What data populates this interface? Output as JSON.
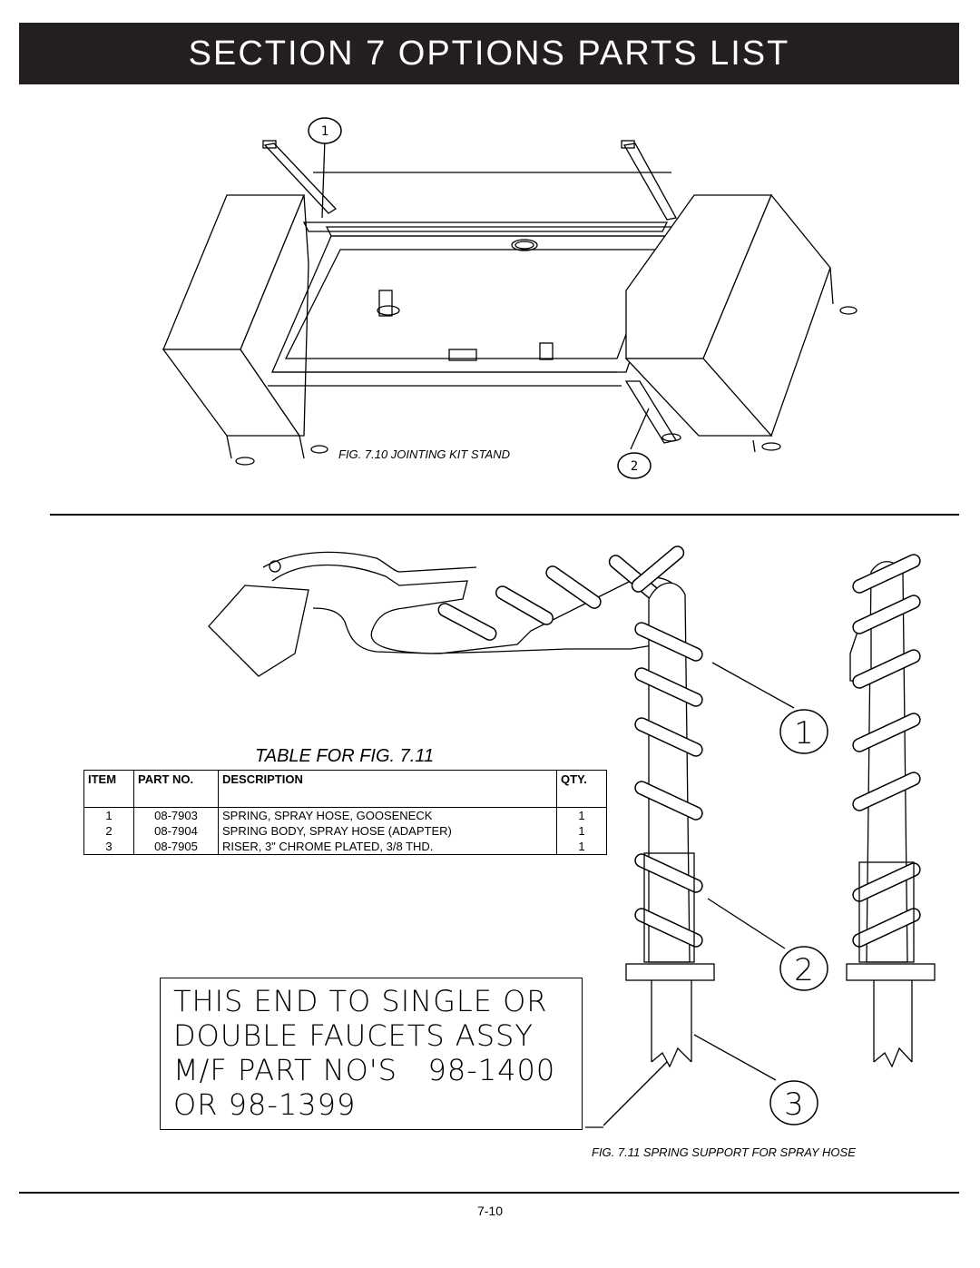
{
  "header": {
    "title": "SECTION 7 OPTIONS PARTS LIST"
  },
  "fig10": {
    "caption": "FIG. 7.10 JOINTING KIT STAND",
    "callouts": [
      "1",
      "2"
    ]
  },
  "fig11": {
    "caption": "FIG. 7.11 SPRING SUPPORT FOR SPRAY HOSE",
    "callouts": [
      "1",
      "2",
      "3"
    ]
  },
  "table": {
    "title": "TABLE FOR FIG. 7.11",
    "headers": {
      "item": "ITEM",
      "part": "PART NO.",
      "description": "DESCRIPTION",
      "qty": "QTY."
    },
    "rows": [
      {
        "item": "1",
        "part": "08-7903",
        "description": "SPRING, SPRAY HOSE, GOOSENECK",
        "qty": "1"
      },
      {
        "item": "2",
        "part": "08-7904",
        "description": "SPRING BODY, SPRAY HOSE (ADAPTER)",
        "qty": "1"
      },
      {
        "item": "3",
        "part": "08-7905",
        "description": "RISER, 3\" CHROME PLATED, 3/8 THD.",
        "qty": "1"
      }
    ]
  },
  "note": {
    "lines": [
      "THIS END TO SINGLE OR",
      "DOUBLE FAUCETS ASSY",
      "M/F PART NO'S   98-1400",
      "OR 98-1399"
    ]
  },
  "page_number": "7-10"
}
